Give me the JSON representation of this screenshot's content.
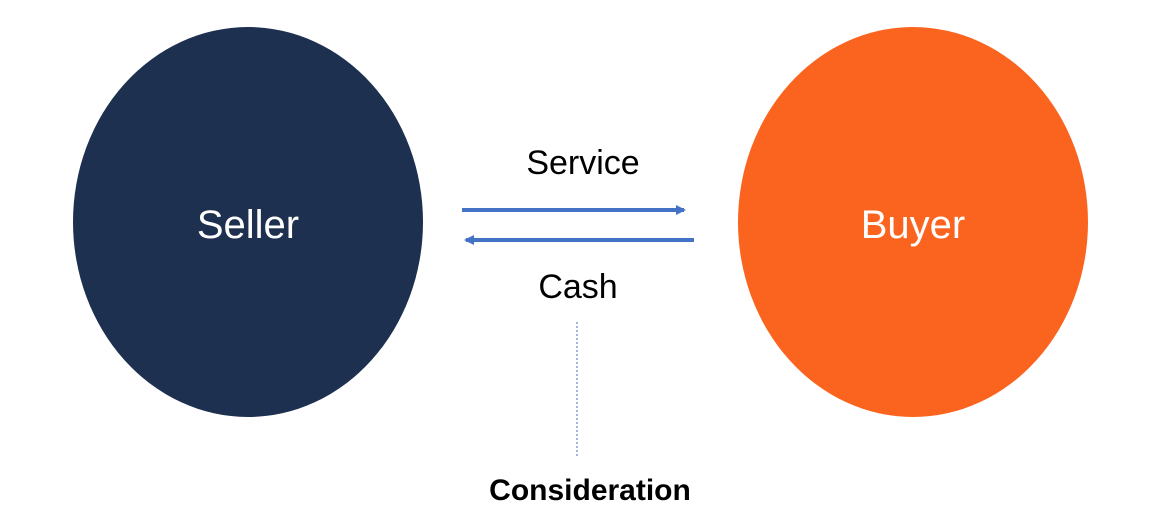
{
  "diagram": {
    "seller": {
      "label": "Seller",
      "fill": "#1d3050",
      "text_color": "#ffffff"
    },
    "buyer": {
      "label": "Buyer",
      "fill": "#fb641e",
      "text_color": "#ffffff"
    },
    "flows": {
      "service_label": "Service",
      "cash_label": "Cash",
      "arrow_color": "#4472c4"
    },
    "consideration": {
      "label": "Consideration",
      "line_color": "#4472c4"
    }
  }
}
